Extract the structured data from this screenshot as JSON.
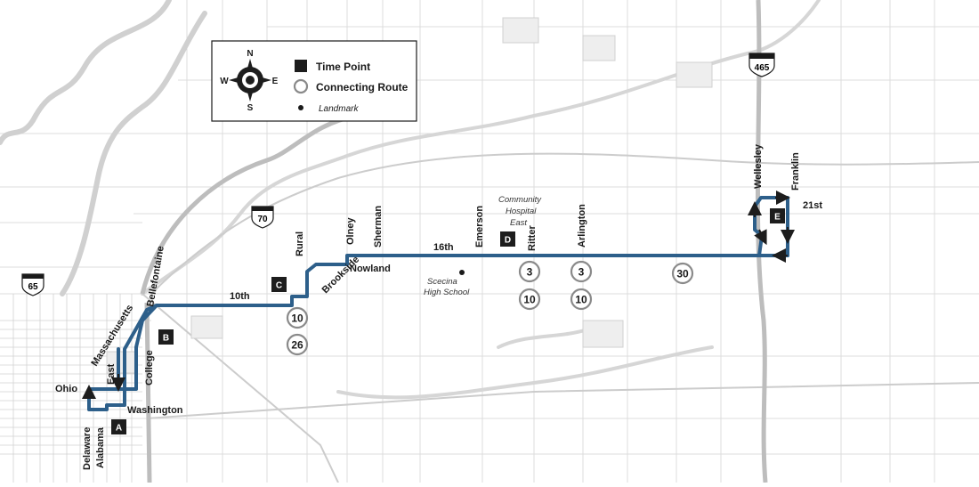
{
  "legend": {
    "compass": {
      "n": "N",
      "s": "S",
      "e": "E",
      "w": "W"
    },
    "time_point": "Time Point",
    "connecting_route": "Connecting Route",
    "landmark": "Landmark"
  },
  "route_color": "#2d5f8a",
  "background_color": "#ffffff",
  "interstates": {
    "i465": "465",
    "i70": "70",
    "i65": "65"
  },
  "streets": {
    "sixteenth": "16th",
    "tenth": "10th",
    "rural": "Rural",
    "olney": "Olney",
    "sherman": "Sherman",
    "emerson": "Emerson",
    "ritter": "Ritter",
    "arlington": "Arlington",
    "wellesley": "Wellesley",
    "franklin": "Franklin",
    "twentyfirst": "21st",
    "nowland": "Nowland",
    "brookside": "Brookside",
    "bellefontaine": "Bellefontaine",
    "massachusetts": "Massachusetts",
    "east": "East",
    "college": "College",
    "ohio": "Ohio",
    "washington": "Washington",
    "delaware": "Delaware",
    "alabama": "Alabama"
  },
  "time_points": {
    "a": "A",
    "b": "B",
    "c": "C",
    "d": "D",
    "e": "E"
  },
  "landmarks": {
    "community_hospital": [
      "Community",
      "Hospital",
      "East"
    ],
    "scecina": [
      "Scecina",
      "High School"
    ]
  },
  "connecting_routes": {
    "r3_ritter": "3",
    "r10_ritter": "10",
    "r3_arlington": "3",
    "r10_arlington": "10",
    "r30": "30",
    "r10_rural": "10",
    "r26_rural": "26"
  }
}
